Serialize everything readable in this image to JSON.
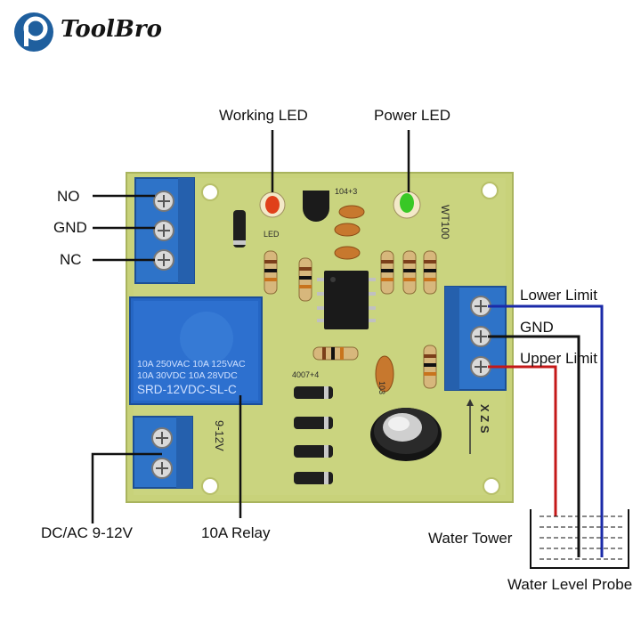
{
  "brand": {
    "name": "ToolBro",
    "accent": "#1f5f9e"
  },
  "labels": {
    "working_led": "Working LED",
    "power_led": "Power LED",
    "no": "NO",
    "gnd_left": "GND",
    "nc": "NC",
    "lower_limit": "Lower Limit",
    "gnd_right": "GND",
    "upper_limit": "Upper Limit",
    "power_input": "DC/AC 9-12V",
    "relay": "10A Relay",
    "water_tower": "Water Tower",
    "water_level_probe": "Water Level Probe"
  },
  "board_markings": {
    "relay_line1": "10A 250VAC  10A 125VAC",
    "relay_line2": "10A  30VDC  10A  28VDC",
    "relay_model": "SRD-12VDC-SL-C",
    "led": "LED",
    "cap": "104+3",
    "model": "WT100",
    "diode": "4007+4",
    "voltage": "9-12V",
    "xzs": "X Z S",
    "res": "103"
  },
  "colors": {
    "pcb": "#c8d27a",
    "terminal": "#2e73c8",
    "wire_lower": "#1a2aa8",
    "wire_gnd": "#111111",
    "wire_upper": "#c41818",
    "working_led": "#e0401a",
    "power_led": "#39c826"
  }
}
